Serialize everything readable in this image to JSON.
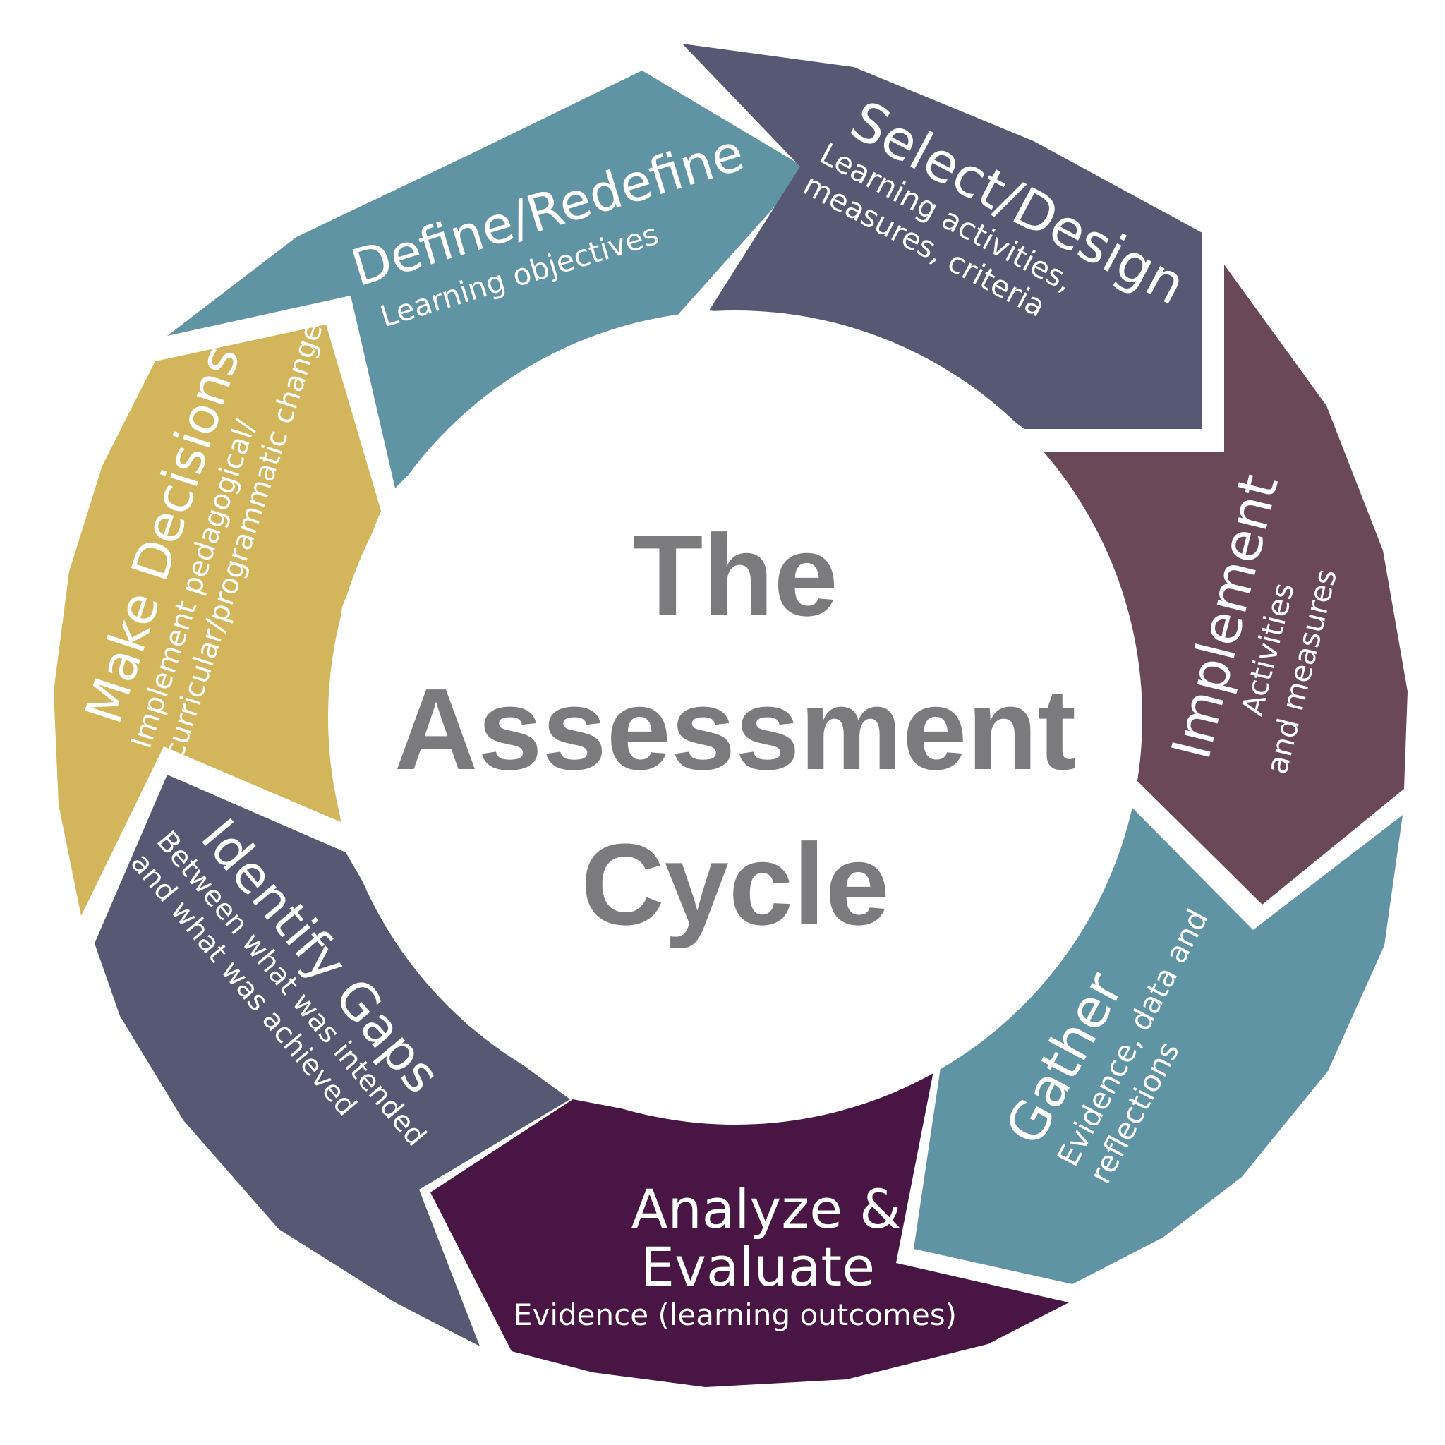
{
  "center": {
    "line1": "The",
    "line2": "Assessment",
    "line3": "Cycle",
    "color": "#7b7b7d"
  },
  "segments": [
    {
      "id": "define",
      "title": "Define/Redefine",
      "sub1": "Learning objectives",
      "sub2": "",
      "sub3": "",
      "color": "#6093a3"
    },
    {
      "id": "select",
      "title": "Select/Design",
      "sub1": "Learning activities,",
      "sub2": "measures,  criteria",
      "sub3": "",
      "color": "#575873"
    },
    {
      "id": "implement",
      "title": "Implement",
      "sub1": "Activities",
      "sub2": "and measures",
      "sub3": "",
      "color": "#6b4857"
    },
    {
      "id": "gather",
      "title": "Gather",
      "sub1": "Evidence, data and",
      "sub2": "reflections",
      "sub3": "",
      "color": "#6093a3"
    },
    {
      "id": "analyze",
      "title": "Analyze &",
      "title2": "Evaluate",
      "sub1": "Evidence (learning outcomes)",
      "sub2": "",
      "sub3": "",
      "color": "#481545"
    },
    {
      "id": "identify",
      "title": "Identify Gaps",
      "sub1": "Between what was intended",
      "sub2": "and what was achieved",
      "sub3": "",
      "color": "#575873"
    },
    {
      "id": "decisions",
      "title": "Make Decisions",
      "sub1": "Implement pedagogical/",
      "sub2": "curricular/programmatic change",
      "sub3": "",
      "color": "#d3b55c"
    }
  ]
}
